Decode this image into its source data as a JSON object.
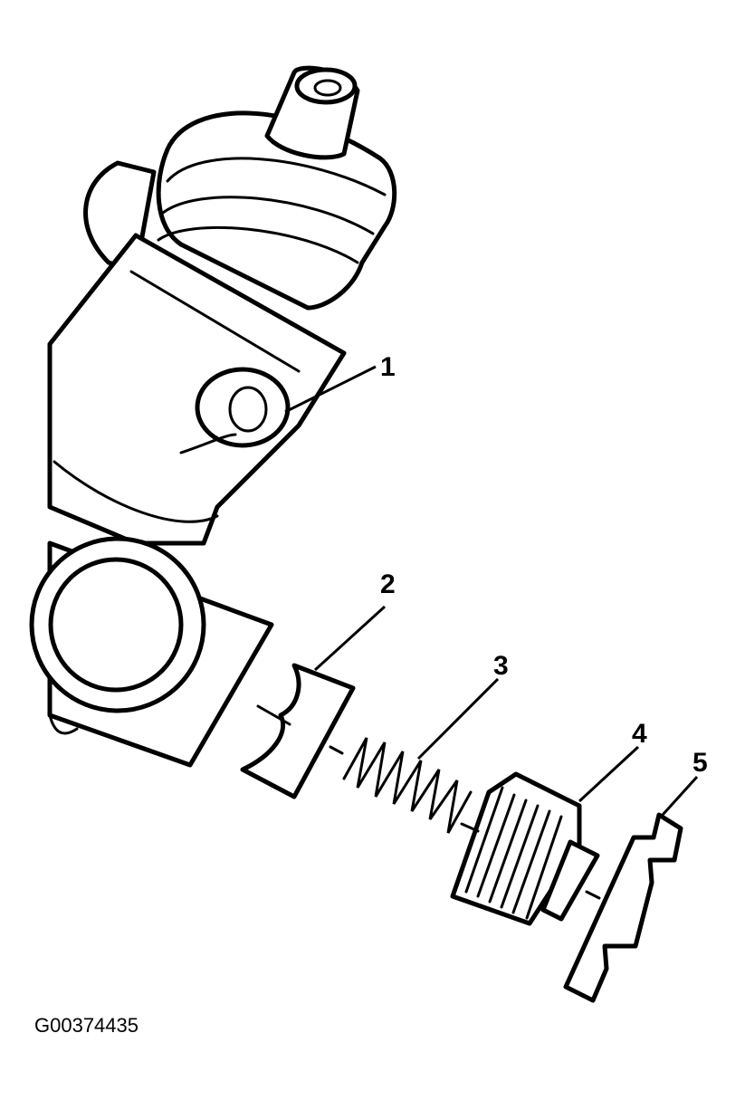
{
  "figure": {
    "id": "G00374435"
  },
  "callouts": [
    {
      "number": "1"
    },
    {
      "number": "2"
    },
    {
      "number": "3"
    },
    {
      "number": "4"
    },
    {
      "number": "5"
    }
  ],
  "colors": {
    "line": "#000000",
    "background": "#ffffff"
  }
}
